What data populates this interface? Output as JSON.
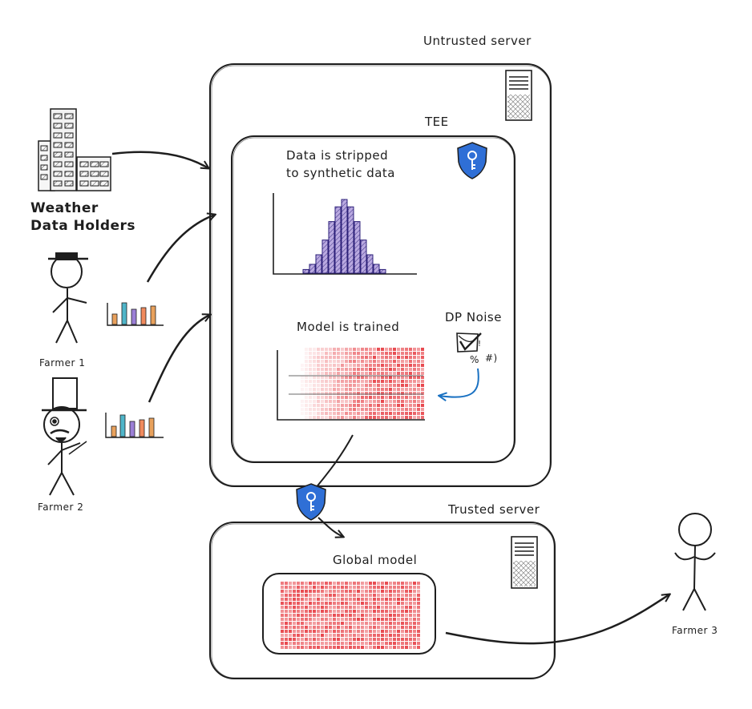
{
  "labels": {
    "untrusted_server": "Untrusted server",
    "tee": "TEE",
    "data_stripped_line1": "Data is stripped",
    "data_stripped_line2": "to synthetic data",
    "model_trained": "Model is trained",
    "dp_noise": "DP Noise",
    "noise_symbols_1": "%",
    "noise_symbols_2": "#)",
    "trusted_server": "Trusted server",
    "global_model": "Global model",
    "weather_line1": "Weather",
    "weather_line2": "Data Holders",
    "farmer1": "Farmer 1",
    "farmer2": "Farmer 2",
    "farmer3": "Farmer 3"
  },
  "colors": {
    "ink": "#1e1e1e",
    "histogram_fill": "#b9a9e0",
    "histogram_stroke": "#2b1f78",
    "heat_red": "#e8484e",
    "shield_blue": "#2f6fd6",
    "arrow_blue": "#1971c2",
    "bar_colors": [
      "#e8a15c",
      "#4fb5c9",
      "#9b7fd6",
      "#f08a5d"
    ]
  },
  "icons": [
    "building-icon",
    "server-icon",
    "shield-key-icon",
    "farmer-icon",
    "bar-chart-icon",
    "dp-noise-icon"
  ],
  "histogram": {
    "values": [
      0.05,
      0.12,
      0.25,
      0.45,
      0.7,
      0.9,
      1.0,
      0.9,
      0.7,
      0.45,
      0.25,
      0.12,
      0.05
    ]
  }
}
